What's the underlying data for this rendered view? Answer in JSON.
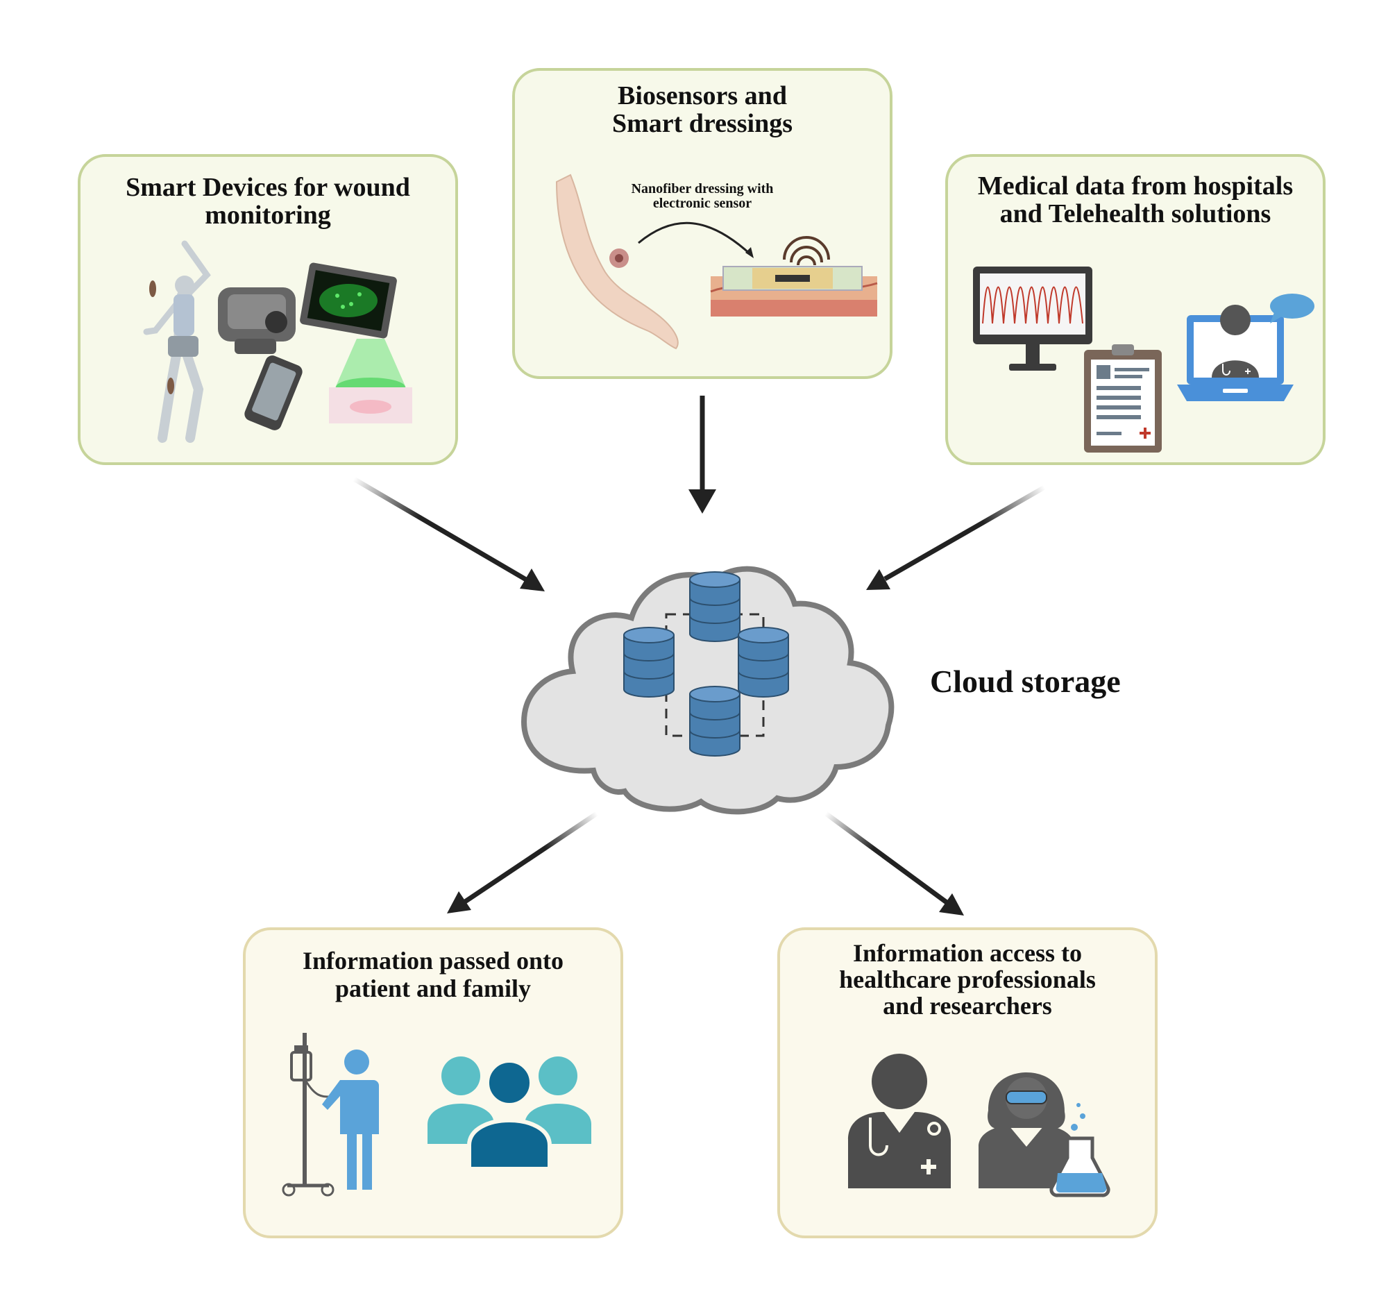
{
  "panels": {
    "smart_devices": {
      "title": "Smart Devices for wound monitoring"
    },
    "biosensors": {
      "title": "Biosensors and Smart dressings",
      "callout": "Nanofiber dressing with electronic sensor"
    },
    "medical_data": {
      "title": "Medical data from hospitals and Telehealth solutions"
    },
    "patient_info": {
      "title": "Information passed onto patient and family"
    },
    "professional_info": {
      "title": "Information access to healthcare professionals and researchers"
    }
  },
  "cloud": {
    "label": "Cloud storage"
  },
  "colors": {
    "top_panel_fill": "#f7f9ea",
    "top_panel_border": "#c6d49a",
    "bottom_panel_fill": "#fbf9ec",
    "bottom_panel_border": "#e3d9ad",
    "database_blue": "#4a80b0",
    "patient_blue": "#5aa3d9",
    "family_teal": "#5bbfc6",
    "family_dark": "#0e6791",
    "icon_gray": "#555555"
  },
  "icons": [
    "exercising-person-icon",
    "handheld-scanner-icon",
    "tablet-wound-image-icon",
    "smartphone-icon",
    "light-projection-icon",
    "arm-wound-icon",
    "smart-dressing-icon",
    "wifi-icon",
    "monitor-waveform-icon",
    "clipboard-record-icon",
    "laptop-doctor-icon",
    "database-icon",
    "iv-stand-patient-icon",
    "family-group-icon",
    "doctor-icon",
    "researcher-icon"
  ]
}
